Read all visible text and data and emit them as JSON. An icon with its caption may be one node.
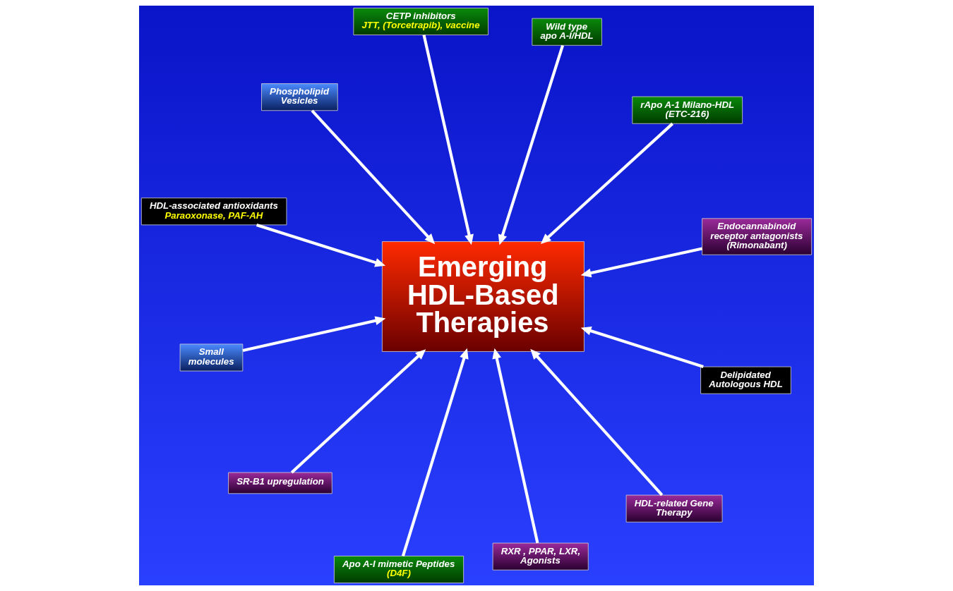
{
  "diagram": {
    "nodes": [
      {
        "text": [
          "Emerging HDL-Based Therapies"
        ]
      },
      {
        "text": [
          "rApo A-1 Milano-HDL (ETC-216)"
        ]
      },
      {
        "text": [
          "Apo A-I mimetic Peptides",
          "(D4F)"
        ]
      },
      {
        "text": [
          "CETP inhibitors",
          "JTT, (Torcetrapib), vaccine"
        ]
      },
      {
        "text": [
          "Wild type apo A-I/HDL"
        ]
      },
      {
        "text": [
          "Phospholipid Vesicles"
        ]
      },
      {
        "text": [
          "Small molecules"
        ]
      },
      {
        "text": [
          "Delipidated Autologous HDL"
        ]
      },
      {
        "text": [
          "SR-B1 upregulation"
        ]
      },
      {
        "text": [
          "HDL-related Gene Therapy"
        ]
      },
      {
        "text": [
          "RXR , PPAR, LXR, Agonists"
        ]
      },
      {
        "text": [
          "HDL-associated antioxidants",
          "Paraoxonase, PAF-AH"
        ]
      },
      {
        "text": [
          "Endocannabinoid receptor antagonists (Rimonabant)"
        ]
      }
    ],
    "edges": [
      {
        "from": 1,
        "to": 0,
        "arrow": "to"
      },
      {
        "from": 2,
        "to": 0,
        "arrow": "to"
      },
      {
        "from": 3,
        "to": 0,
        "arrow": "to"
      },
      {
        "from": 4,
        "to": 0,
        "arrow": "to"
      },
      {
        "from": 5,
        "to": 0,
        "arrow": "to"
      },
      {
        "from": 6,
        "to": 0,
        "arrow": "to"
      },
      {
        "from": 7,
        "to": 0,
        "arrow": "to"
      },
      {
        "from": 8,
        "to": 0,
        "arrow": "to"
      },
      {
        "from": 9,
        "to": 0,
        "arrow": "to"
      },
      {
        "from": 10,
        "to": 0,
        "arrow": "to"
      },
      {
        "from": 11,
        "to": 0,
        "arrow": "to"
      },
      {
        "from": 12,
        "to": 0,
        "arrow": "to"
      }
    ]
  }
}
